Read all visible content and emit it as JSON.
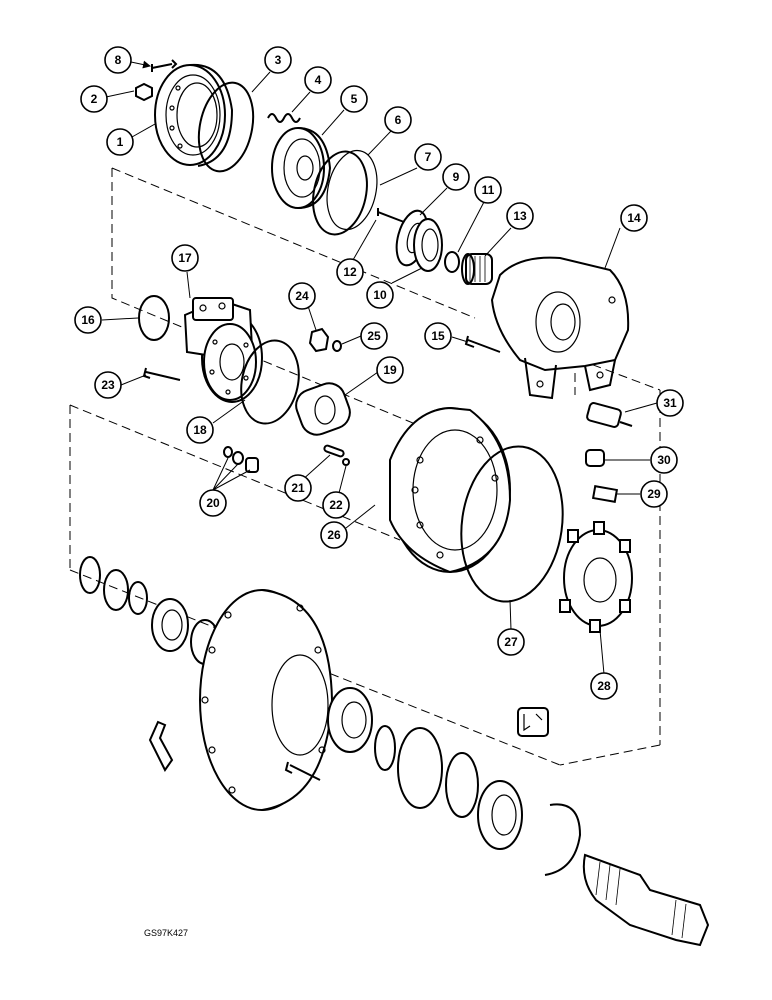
{
  "drawing": {
    "reference_code": "GS97K427"
  },
  "callouts": [
    "1",
    "2",
    "3",
    "4",
    "5",
    "6",
    "7",
    "8",
    "9",
    "10",
    "11",
    "12",
    "13",
    "14",
    "15",
    "16",
    "17",
    "18",
    "19",
    "20",
    "21",
    "22",
    "23",
    "24",
    "25",
    "26",
    "27",
    "28",
    "29",
    "30",
    "31"
  ]
}
